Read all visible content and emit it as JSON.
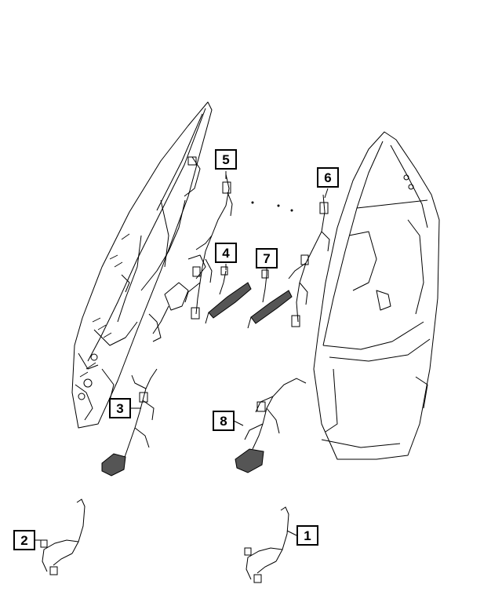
{
  "diagram": {
    "callouts": [
      {
        "id": "1",
        "label": "1"
      },
      {
        "id": "2",
        "label": "2"
      },
      {
        "id": "3",
        "label": "3"
      },
      {
        "id": "4",
        "label": "4"
      },
      {
        "id": "5",
        "label": "5"
      },
      {
        "id": "6",
        "label": "6"
      },
      {
        "id": "7",
        "label": "7"
      },
      {
        "id": "8",
        "label": "8"
      }
    ],
    "colors": {
      "line": "#000000",
      "fill": "#ffffff",
      "shade": "#555555"
    }
  }
}
